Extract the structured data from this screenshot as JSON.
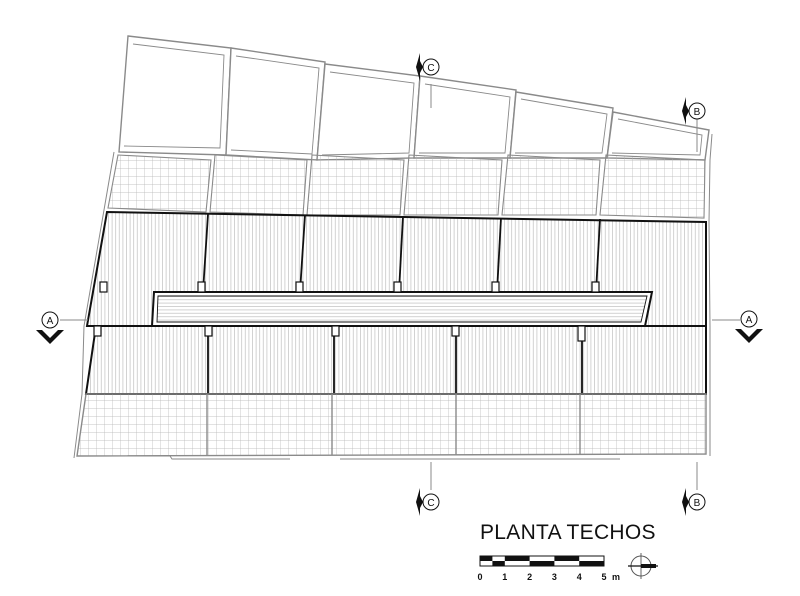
{
  "title": "PLANTA TECHOS",
  "section_markers": {
    "a": "A",
    "b": "B",
    "c": "C"
  },
  "scale_bar": {
    "labels": [
      "0",
      "1",
      "2",
      "3",
      "4",
      "5"
    ],
    "unit": "m"
  },
  "colors": {
    "line": "#111111",
    "light_line": "#8a8a8a",
    "hatch": "#b4b4b4",
    "background": "#ffffff"
  }
}
